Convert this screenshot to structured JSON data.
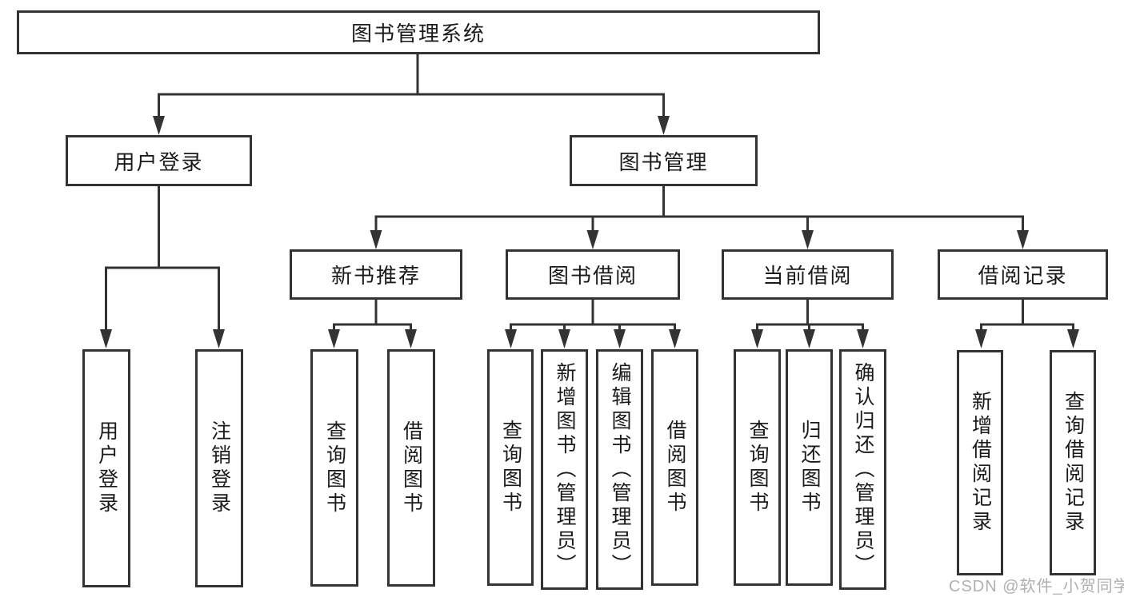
{
  "diagram": {
    "root": {
      "label": "图书管理系统"
    },
    "branches": [
      {
        "label": "用户登录",
        "children": [
          {
            "label": "用户登录"
          },
          {
            "label": "注销登录"
          }
        ]
      },
      {
        "label": "图书管理",
        "children": [
          {
            "label": "新书推荐",
            "children": [
              {
                "label": "查询图书"
              },
              {
                "label": "借阅图书"
              }
            ]
          },
          {
            "label": "图书借阅",
            "children": [
              {
                "label": "查询图书"
              },
              {
                "label": "新增图书（管理员）"
              },
              {
                "label": "编辑图书（管理员）"
              },
              {
                "label": "借阅图书"
              }
            ]
          },
          {
            "label": "当前借阅",
            "children": [
              {
                "label": "查询图书"
              },
              {
                "label": "归还图书"
              },
              {
                "label": "确认归还（管理员）"
              }
            ]
          },
          {
            "label": "借阅记录",
            "children": [
              {
                "label": "新增借阅记录"
              },
              {
                "label": "查询借阅记录"
              }
            ]
          }
        ]
      }
    ],
    "watermark": "CSDN @软件_小贺同学",
    "colors": {
      "line": "#333333",
      "text": "#1a1a1a",
      "watermark": "#b0b0b0",
      "background": "#ffffff"
    }
  }
}
